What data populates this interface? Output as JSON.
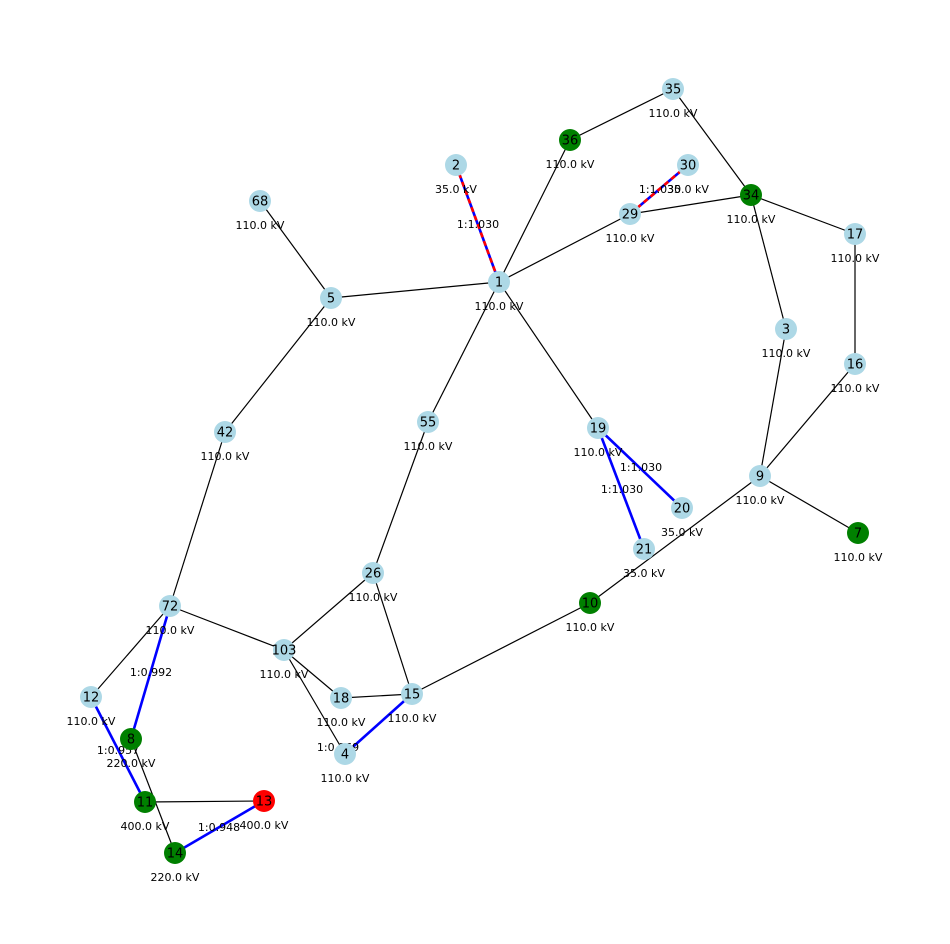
{
  "colors": {
    "bus": "#add8e6",
    "generator": "#008000",
    "slack": "#ff0000",
    "line": "#000000",
    "transformer": "#0000ff",
    "transformer_dash": "#ff0000"
  },
  "nodes": [
    {
      "id": "1",
      "volt": "110.0 kV",
      "kind": "bus"
    },
    {
      "id": "2",
      "volt": "35.0 kV",
      "kind": "bus"
    },
    {
      "id": "3",
      "volt": "110.0 kV",
      "kind": "bus"
    },
    {
      "id": "4",
      "volt": "110.0 kV",
      "kind": "bus"
    },
    {
      "id": "5",
      "volt": "110.0 kV",
      "kind": "bus"
    },
    {
      "id": "7",
      "volt": "110.0 kV",
      "kind": "generator"
    },
    {
      "id": "8",
      "volt": "220.0 kV",
      "kind": "generator"
    },
    {
      "id": "9",
      "volt": "110.0 kV",
      "kind": "bus"
    },
    {
      "id": "10",
      "volt": "110.0 kV",
      "kind": "generator"
    },
    {
      "id": "11",
      "volt": "400.0 kV",
      "kind": "generator"
    },
    {
      "id": "12",
      "volt": "110.0 kV",
      "kind": "bus"
    },
    {
      "id": "13",
      "volt": "400.0 kV",
      "kind": "slack"
    },
    {
      "id": "14",
      "volt": "220.0 kV",
      "kind": "generator"
    },
    {
      "id": "15",
      "volt": "110.0 kV",
      "kind": "bus"
    },
    {
      "id": "16",
      "volt": "110.0 kV",
      "kind": "bus"
    },
    {
      "id": "17",
      "volt": "110.0 kV",
      "kind": "bus"
    },
    {
      "id": "18",
      "volt": "110.0 kV",
      "kind": "bus"
    },
    {
      "id": "19",
      "volt": "110.0 kV",
      "kind": "bus"
    },
    {
      "id": "20",
      "volt": "35.0 kV",
      "kind": "bus"
    },
    {
      "id": "21",
      "volt": "35.0 kV",
      "kind": "bus"
    },
    {
      "id": "26",
      "volt": "110.0 kV",
      "kind": "bus"
    },
    {
      "id": "29",
      "volt": "110.0 kV",
      "kind": "bus"
    },
    {
      "id": "30",
      "volt": "35.0 kV",
      "kind": "bus"
    },
    {
      "id": "34",
      "volt": "110.0 kV",
      "kind": "generator"
    },
    {
      "id": "35",
      "volt": "110.0 kV",
      "kind": "bus"
    },
    {
      "id": "36",
      "volt": "110.0 kV",
      "kind": "generator"
    },
    {
      "id": "42",
      "volt": "110.0 kV",
      "kind": "bus"
    },
    {
      "id": "55",
      "volt": "110.0 kV",
      "kind": "bus"
    },
    {
      "id": "68",
      "volt": "110.0 kV",
      "kind": "bus"
    },
    {
      "id": "72",
      "volt": "110.0 kV",
      "kind": "bus"
    },
    {
      "id": "103",
      "volt": "110.0 kV",
      "kind": "bus"
    }
  ],
  "lines": [
    [
      "1",
      "5"
    ],
    [
      "1",
      "36"
    ],
    [
      "1",
      "29"
    ],
    [
      "1",
      "55"
    ],
    [
      "1",
      "19"
    ],
    [
      "5",
      "68"
    ],
    [
      "5",
      "42"
    ],
    [
      "42",
      "72"
    ],
    [
      "36",
      "35"
    ],
    [
      "35",
      "34"
    ],
    [
      "29",
      "34"
    ],
    [
      "34",
      "17"
    ],
    [
      "34",
      "3"
    ],
    [
      "17",
      "16"
    ],
    [
      "3",
      "9"
    ],
    [
      "16",
      "9"
    ],
    [
      "9",
      "7"
    ],
    [
      "9",
      "10"
    ],
    [
      "10",
      "15"
    ],
    [
      "55",
      "26"
    ],
    [
      "26",
      "103"
    ],
    [
      "26",
      "15"
    ],
    [
      "72",
      "103"
    ],
    [
      "72",
      "12"
    ],
    [
      "103",
      "18"
    ],
    [
      "103",
      "4"
    ],
    [
      "18",
      "15"
    ],
    [
      "11",
      "13"
    ],
    [
      "8",
      "14"
    ]
  ],
  "transformers": [
    {
      "from": "2",
      "to": "1",
      "ratio": "1:1.030",
      "style": "dashed"
    },
    {
      "from": "29",
      "to": "30",
      "ratio": "1:1.030",
      "style": "dashed"
    },
    {
      "from": "19",
      "to": "20",
      "ratio": "1:1.030",
      "style": "solid"
    },
    {
      "from": "19",
      "to": "21",
      "ratio": "1:1.030",
      "style": "solid"
    },
    {
      "from": "72",
      "to": "8",
      "ratio": "1:0.992",
      "style": "solid"
    },
    {
      "from": "12",
      "to": "11",
      "ratio": "1:0.957",
      "style": "solid"
    },
    {
      "from": "4",
      "to": "15",
      "ratio": "1:0.969",
      "style": "solid"
    },
    {
      "from": "13",
      "to": "14",
      "ratio": "1:0.948",
      "style": "solid"
    }
  ]
}
